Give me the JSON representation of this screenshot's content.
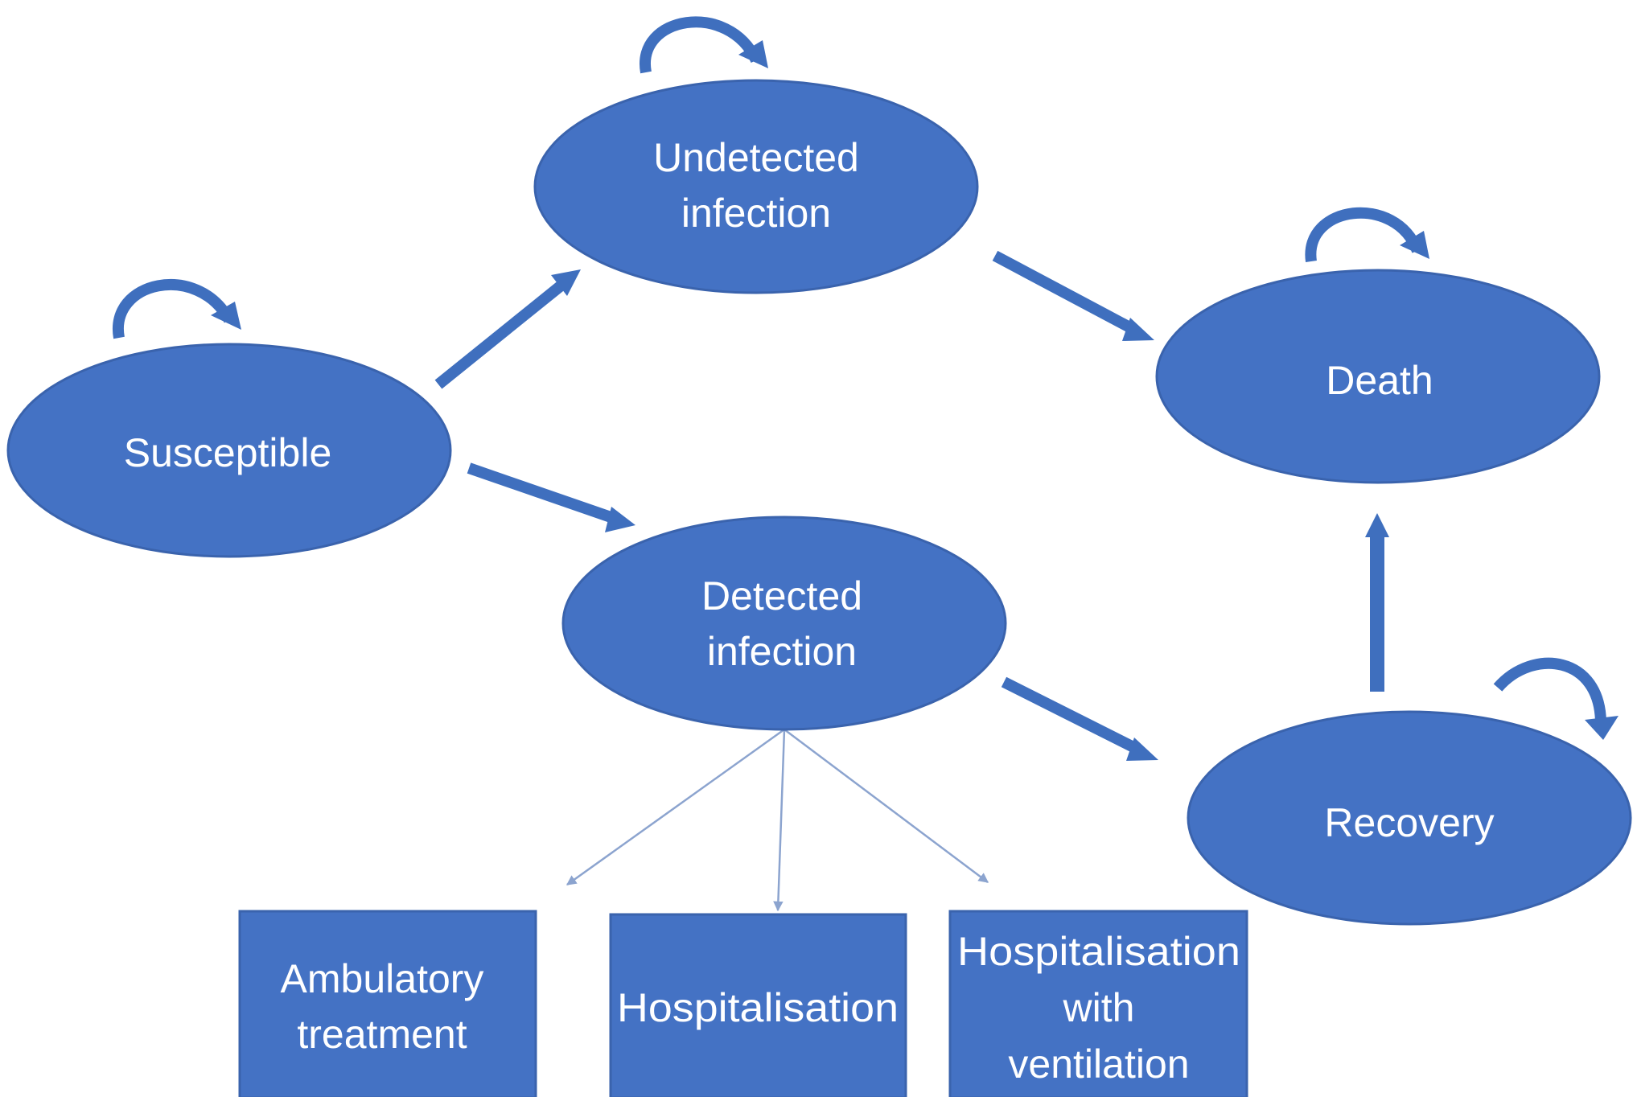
{
  "colors": {
    "node_fill": "#4472c4",
    "node_stroke": "#3a63ad",
    "arrow": "#3f6fbe",
    "thin_arrow": "#8ca4cf",
    "text": "#ffffff",
    "background": "#ffffff"
  },
  "states": {
    "susceptible": {
      "label": "Susceptible"
    },
    "undetected": {
      "label_line1": "Undetected",
      "label_line2": "infection"
    },
    "detected": {
      "label_line1": "Detected",
      "label_line2": "infection"
    },
    "death": {
      "label": "Death"
    },
    "recovery": {
      "label": "Recovery"
    }
  },
  "outcomes": {
    "ambulatory": {
      "label_line1": "Ambulatory",
      "label_line2": "treatment"
    },
    "hospitalisation": {
      "label": "Hospitalisation"
    },
    "ventilation": {
      "label_line1": "Hospitalisation",
      "label_line2": "with",
      "label_line3": "ventilation"
    }
  },
  "transitions": [
    {
      "from": "susceptible",
      "to": "undetected"
    },
    {
      "from": "susceptible",
      "to": "detected"
    },
    {
      "from": "undetected",
      "to": "death"
    },
    {
      "from": "detected",
      "to": "recovery"
    },
    {
      "from": "recovery",
      "to": "death"
    }
  ],
  "self_loops": [
    "susceptible",
    "undetected",
    "death",
    "recovery"
  ],
  "branches": [
    {
      "from": "detected",
      "to": "ambulatory"
    },
    {
      "from": "detected",
      "to": "hospitalisation"
    },
    {
      "from": "detected",
      "to": "ventilation"
    }
  ]
}
